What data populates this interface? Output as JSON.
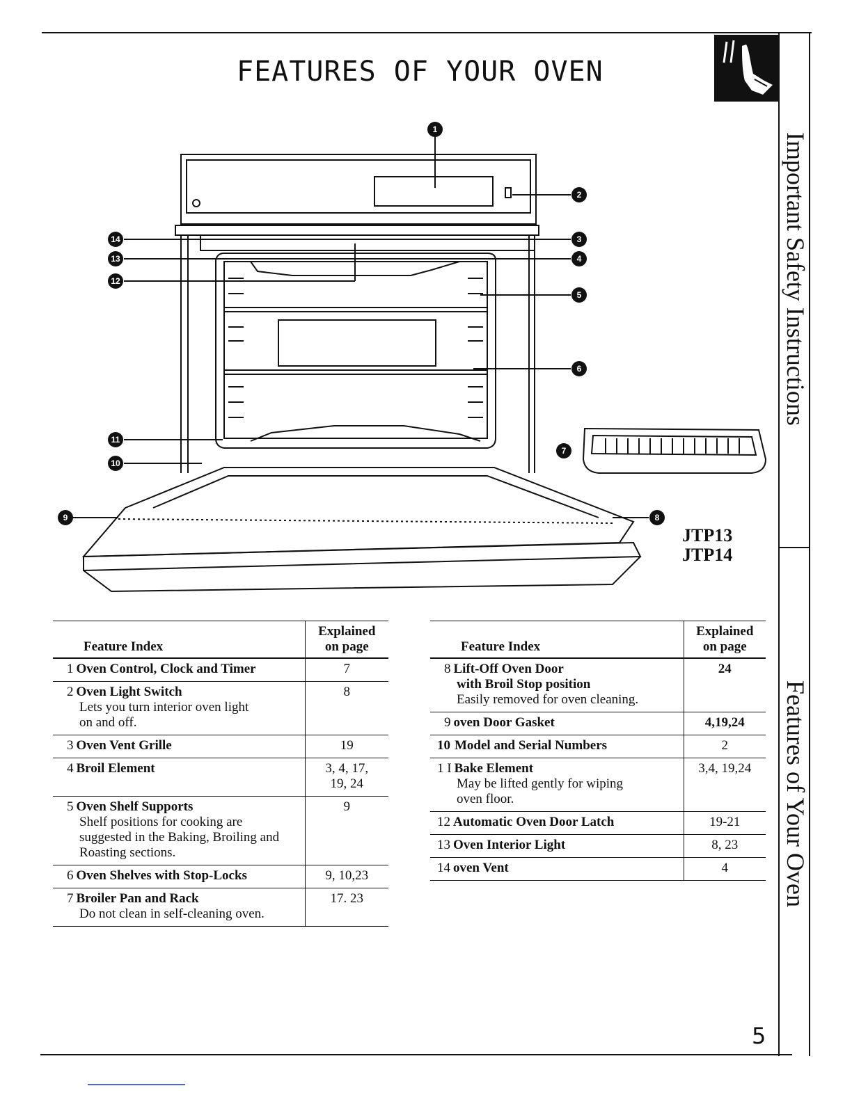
{
  "header": {
    "title": "FEATURES OF YOUR OVEN"
  },
  "side_tabs": {
    "tab1": "Important Safety Instructions",
    "tab2": "Features of Your Oven"
  },
  "model": {
    "line1": "JTP13",
    "line2": "JTP14"
  },
  "page_number": "5",
  "diagram": {
    "callouts": [
      "1",
      "2",
      "3",
      "4",
      "5",
      "6",
      "7",
      "8",
      "9",
      "10",
      "11",
      "12",
      "13",
      "14"
    ]
  },
  "table_left": {
    "headers": {
      "feature": "Feature Index",
      "page_l1": "Explained",
      "page_l2": "on page"
    },
    "rows": [
      {
        "num": "1",
        "name": "Oven Control, Clock and Timer",
        "desc": "",
        "page": "7"
      },
      {
        "num": "2",
        "name": "Oven Light Switch",
        "desc": "Lets you turn interior oven light on and off.",
        "page": "8"
      },
      {
        "num": "3",
        "name": "Oven Vent Grille",
        "desc": "",
        "page": "19"
      },
      {
        "num": "4",
        "name": "Broil Element",
        "desc": "",
        "page": "3, 4, 17, 19, 24"
      },
      {
        "num": "5",
        "name": "Oven Shelf Supports",
        "desc": "Shelf positions for cooking are suggested in the Baking, Broiling and Roasting sections.",
        "page": "9"
      },
      {
        "num": "6",
        "name": "Oven Shelves with Stop-Locks",
        "desc": "",
        "page": "9, 10,23"
      },
      {
        "num": "7",
        "name": "Broiler Pan and Rack",
        "desc": "Do not clean in self-cleaning oven.",
        "page": "17. 23"
      }
    ]
  },
  "table_right": {
    "headers": {
      "feature": "Feature Index",
      "page_l1": "Explained",
      "page_l2": "on page"
    },
    "rows": [
      {
        "num": "8",
        "name": "Lift-Off Oven Door",
        "sub": "with Broil Stop position",
        "desc": "Easily removed for oven cleaning.",
        "page": "24"
      },
      {
        "num": "9",
        "name": "oven Door Gasket",
        "sub": "",
        "desc": "",
        "page": "4,19,24"
      },
      {
        "num": "10",
        "name": "Model and Serial Numbers",
        "sub": "",
        "desc": "",
        "page": "2"
      },
      {
        "num": "1 I",
        "name": "Bake Element",
        "sub": "",
        "desc": "May be lifted gently for wiping oven floor.",
        "page": "3,4, 19,24"
      },
      {
        "num": "12",
        "name": "Automatic Oven Door Latch",
        "sub": "",
        "desc": "",
        "page": "19-21"
      },
      {
        "num": "13",
        "name": "Oven Interior Light",
        "sub": "",
        "desc": "",
        "page": "8, 23"
      },
      {
        "num": "14",
        "name": "oven Vent",
        "sub": "",
        "desc": "",
        "page": "4"
      }
    ]
  }
}
